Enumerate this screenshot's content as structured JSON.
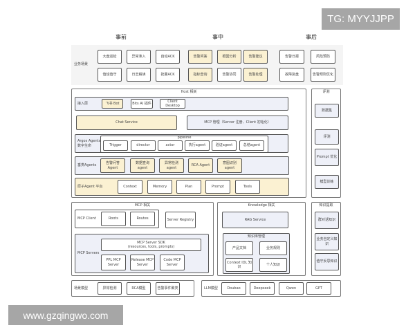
{
  "watermarks": {
    "top_right": "TG: MYYJJPP",
    "bottom_left": "www.gzqingwo.com"
  },
  "colors": {
    "highlight": "#fbf1d2",
    "layer_blue": "#eef0f8",
    "border": "#555555"
  },
  "phases": [
    "事前",
    "事中",
    "事后"
  ],
  "scenes": {
    "label": "业务场景",
    "row1": [
      "大盘巡检",
      "异常准入",
      "自动ACK",
      "告警问答",
      "根因分析",
      "告警建议",
      "告警日报",
      "风险预防"
    ],
    "row2": [
      "值班值守",
      "日志解读",
      "批量ACK",
      "指标查询",
      "告警协同",
      "告警处理",
      "故障复盘",
      "告警规则优化"
    ]
  },
  "host": {
    "title": "Host 相关",
    "access": {
      "label": "接入层",
      "items": [
        "飞书 Bot",
        "Bits AI 插件",
        "Client Desktop"
      ]
    },
    "chat_service": "Chat Service",
    "mcp_manage": "MCP 管理（Server 注册、Client 初始化）",
    "argos": {
      "label": "Argos Agents\n数字生命",
      "pipeline": "pipeline",
      "items": [
        "Trigger",
        "director",
        "actor",
        "执行agent",
        "验证agent",
        "总结agent"
      ]
    },
    "vertical": {
      "label": "垂类Agents",
      "items": [
        "告警问答Agent",
        "数据查询agent",
        "异常检测agent",
        "RCA Agent",
        "意图识别agent"
      ]
    },
    "atomic": {
      "label": "原子Agent 平台",
      "items": [
        "Context",
        "Memory",
        "Plan",
        "Prompt",
        "Tools"
      ]
    }
  },
  "eval": {
    "title": "评测",
    "items": [
      "数据集",
      "评测",
      "Prompt 优化",
      "模型训练"
    ]
  },
  "mcp": {
    "title": "MCP 相关",
    "client": {
      "label": "MCP Client",
      "items": [
        "Roots",
        "Routes"
      ]
    },
    "registry": "Server Registry",
    "servers": {
      "label": "MCP Servers",
      "sdk": "MCP Server SDK\n(resources, tools, prompts)",
      "items": [
        "PPL MCP\nServer",
        "Release MCP\nServer",
        "Code MCP\nServer"
      ]
    }
  },
  "knowledge": {
    "title": "Knowledge 相关",
    "rag": "RAG Service",
    "kb": {
      "title": "知识库管理",
      "items": [
        "产品文档",
        "业务规则",
        "Context IDL 知识",
        "个人知识"
      ]
    }
  },
  "extract": {
    "title": "知识提取",
    "items": [
      "群对话知识",
      "业务自定义知识",
      "值守反思知识"
    ]
  },
  "scene_models": {
    "label": "场景模型",
    "items": [
      "异常检测",
      "RCA模型",
      "告警事件聚类"
    ]
  },
  "llm": {
    "label": "LLM模型",
    "items": [
      "Doubao",
      "Deepseek",
      "Qwen",
      "GPT"
    ]
  }
}
